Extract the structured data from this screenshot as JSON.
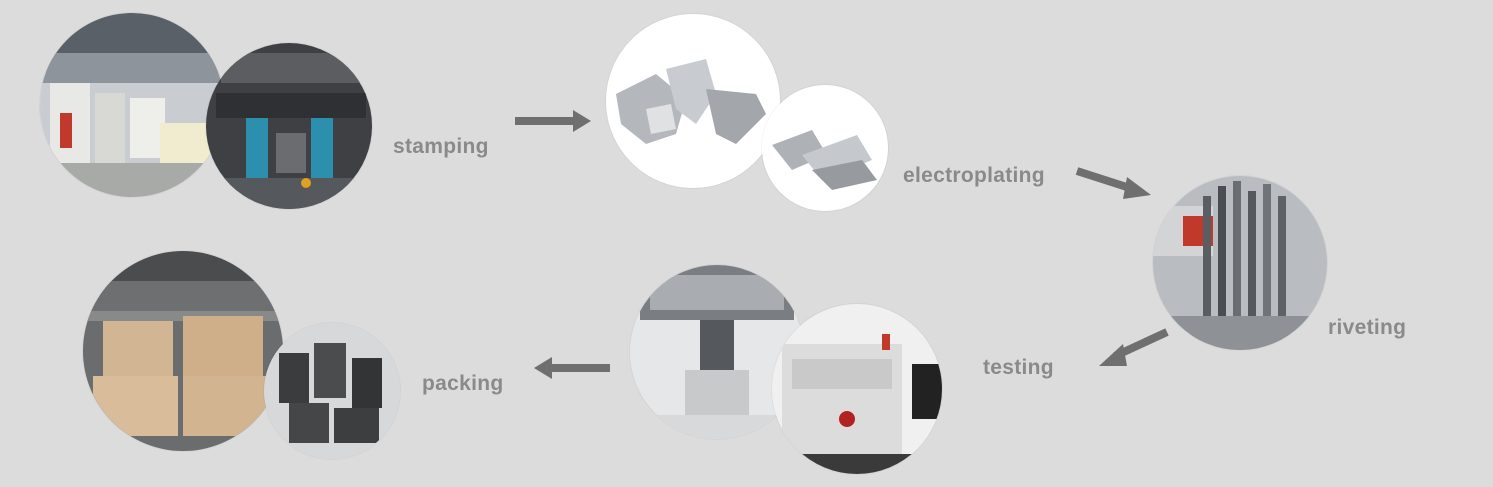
{
  "colors": {
    "background": "#dcdcdc",
    "label": "#8a8a8a",
    "arrow": "#6f6f6f"
  },
  "steps": [
    {
      "id": "stamping",
      "label": "stamping"
    },
    {
      "id": "electroplating",
      "label": "electroplating"
    },
    {
      "id": "riveting",
      "label": "riveting"
    },
    {
      "id": "testing",
      "label": "testing"
    },
    {
      "id": "packing",
      "label": "packing"
    }
  ],
  "flow": [
    "stamping",
    "electroplating",
    "riveting",
    "testing",
    "packing"
  ]
}
